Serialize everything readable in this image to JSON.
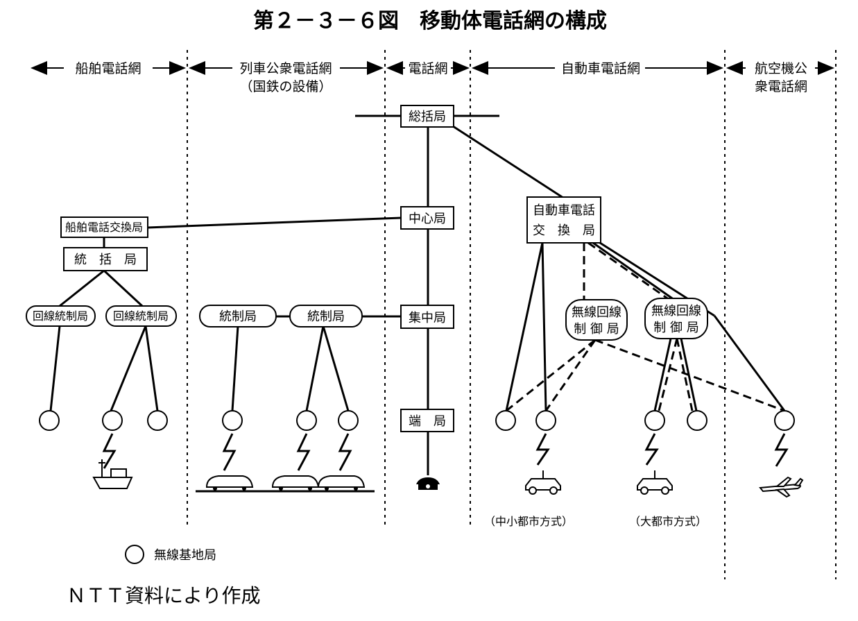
{
  "title": "第２－３－６図　移動体電話網の構成",
  "sections": {
    "ship": "船舶電話網",
    "train_1": "列車公衆電話網",
    "train_2": "（国鉄の設備）",
    "phone": "電話網",
    "car": "自動車電話網",
    "air_1": "航空機公",
    "air_2": "衆電話網"
  },
  "nodes": {
    "sokatsu_top": "総括局",
    "chushin": "中心局",
    "shuchu": "集中局",
    "tan": "端　局",
    "ship_exchange": "船舶電話交換局",
    "ship_sokatsu": "統　括　局",
    "ship_ctrl_1": "回線統制局",
    "ship_ctrl_2": "回線統制局",
    "train_ctrl_1": "統制局",
    "train_ctrl_2": "統制局",
    "car_exchange_1": "自動車電話",
    "car_exchange_2": "交　換　局",
    "radio_ctrl_a1": "無線回線",
    "radio_ctrl_a2": "制 御 局",
    "radio_ctrl_b1": "無線回線",
    "radio_ctrl_b2": "制 御 局"
  },
  "annotations": {
    "mid_small": "（中小都市方式）",
    "large_city": "（大都市方式）"
  },
  "legend": {
    "base_station": "無線基地局"
  },
  "source": "ＮＴＴ資料により作成"
}
